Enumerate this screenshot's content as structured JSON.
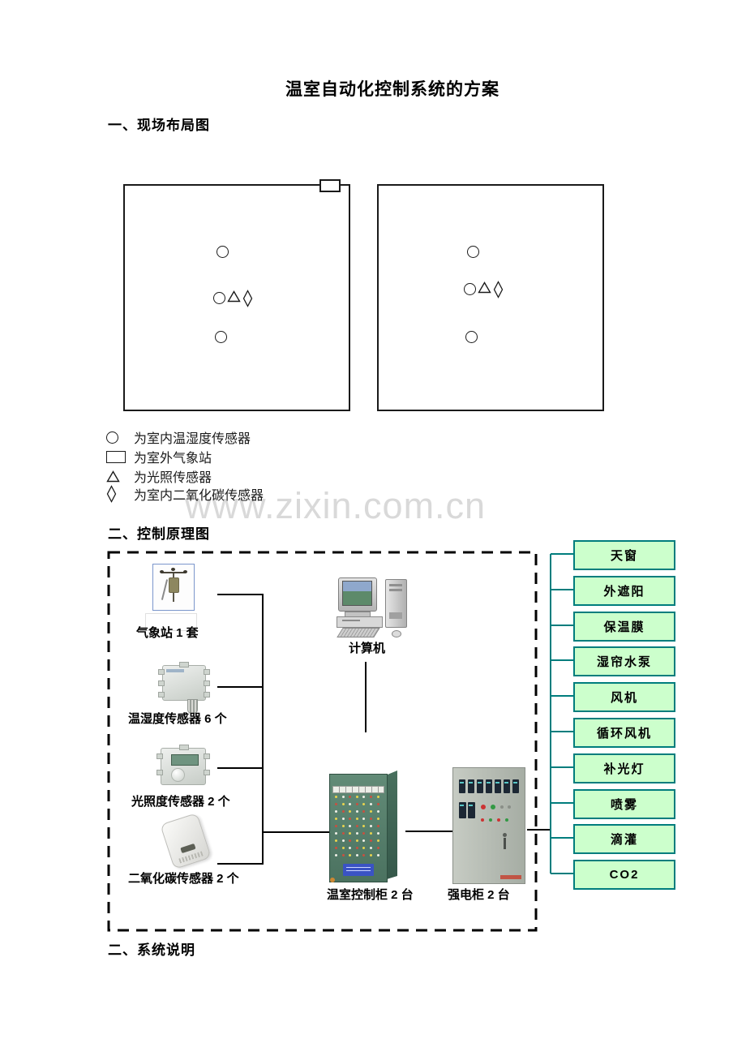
{
  "document": {
    "title": "温室自动化控制系统的方案",
    "section1_heading": "一、现场布局图",
    "section2_heading": "二、控制原理图",
    "section3_heading": "二、系统说明",
    "watermark": "www.zixin.com.cn"
  },
  "layout_diagram": {
    "legend": [
      {
        "symbol": "circle-icon",
        "label": "为室内温湿度传感器"
      },
      {
        "symbol": "rect-icon",
        "label": "为室外气象站"
      },
      {
        "symbol": "triangle-icon",
        "label": "为光照传感器"
      },
      {
        "symbol": "diamond-icon",
        "label": "为室内二氧化碳传感器"
      }
    ]
  },
  "control_diagram": {
    "sensors": [
      {
        "label": "气象站 1 套"
      },
      {
        "label": "温湿度传感器 6 个"
      },
      {
        "label": "光照度传感器 2 个"
      },
      {
        "label": "二氧化碳传感器 2 个"
      }
    ],
    "computer_label": "计算机",
    "cabinet_labels": [
      "温室控制柜 2 台",
      "强电柜 2 台"
    ],
    "actuators": [
      "天窗",
      "外遮阳",
      "保温膜",
      "湿帘水泵",
      "风机",
      "循环风机",
      "补光灯",
      "喷雾",
      "滴灌",
      "CO2"
    ],
    "colors": {
      "actuator_fill": "#ccffcc",
      "actuator_border": "#007d7d",
      "watermark_gray": "#d9d9d9"
    }
  }
}
